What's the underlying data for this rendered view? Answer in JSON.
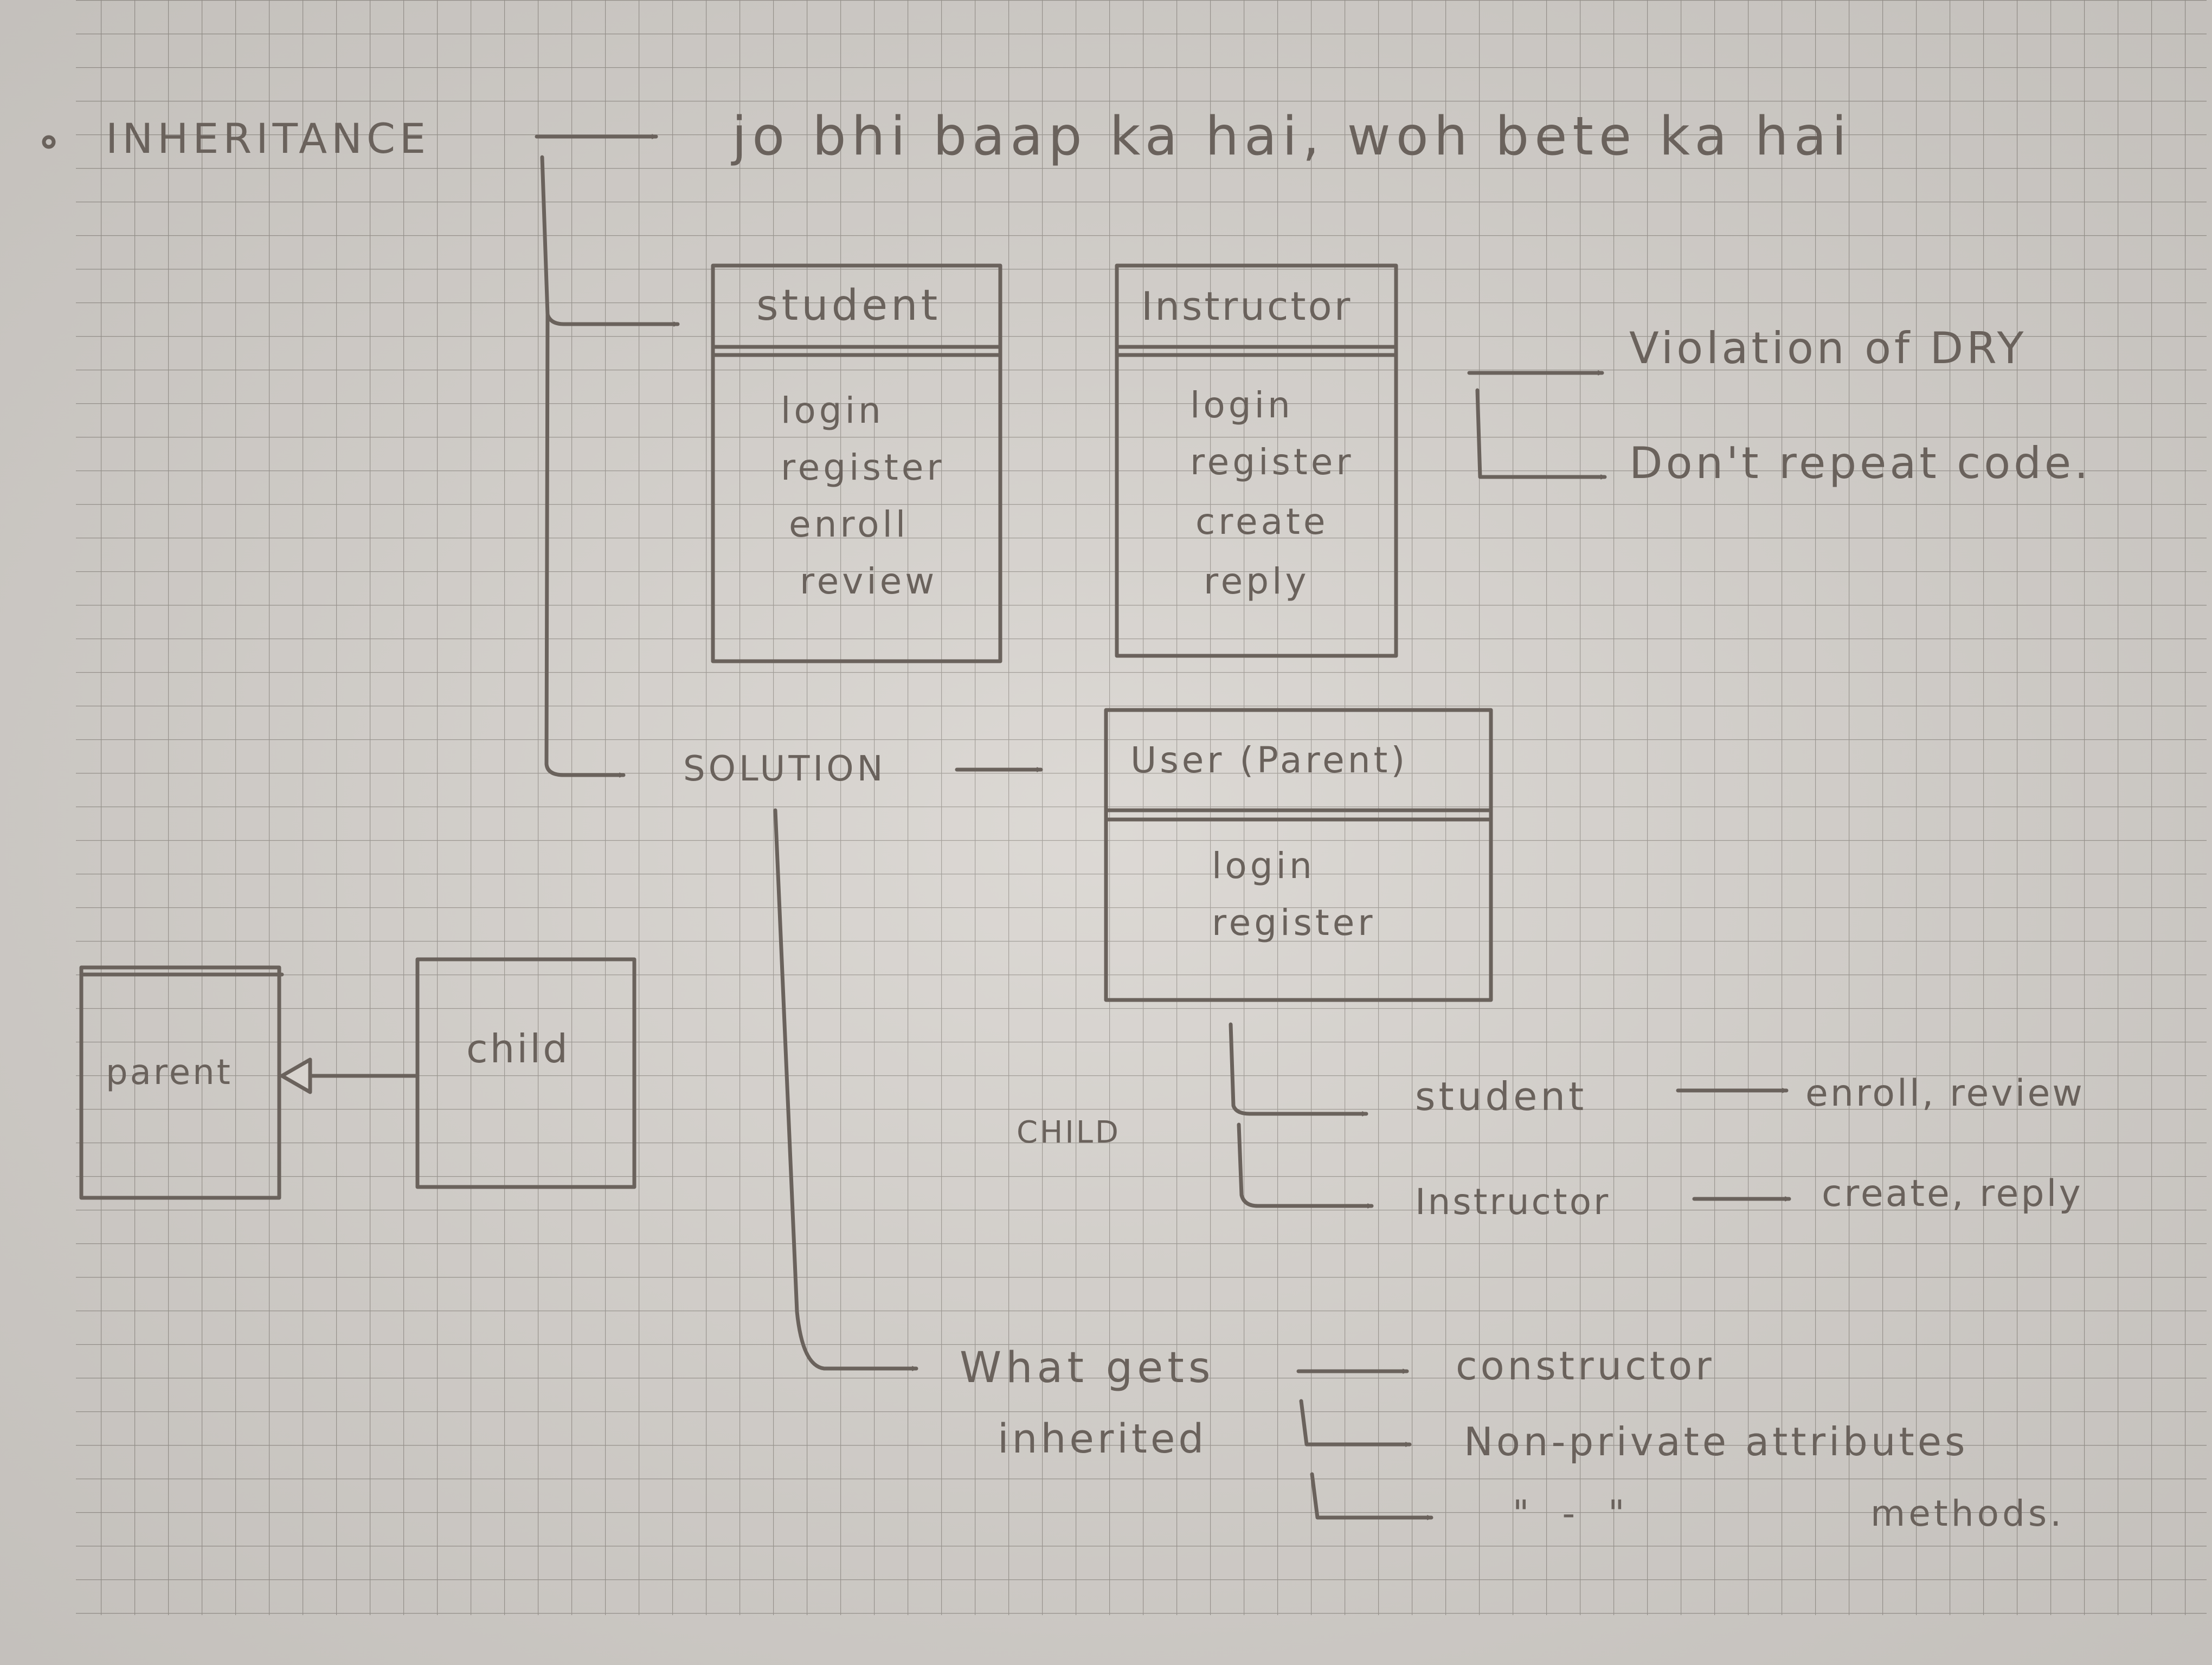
{
  "heading": {
    "title": "INHERITANCE",
    "definition": "jo bhi baap ka hai, woh bete ka hai"
  },
  "classes": {
    "student": {
      "name": "student",
      "methods": [
        "login",
        "register",
        "enroll",
        "review"
      ]
    },
    "instructor": {
      "name": "Instructor",
      "methods": [
        "login",
        "register",
        "create",
        "reply"
      ]
    },
    "user": {
      "name": "User (Parent)",
      "methods": [
        "login",
        "register"
      ]
    }
  },
  "problem": {
    "violation": "Violation of DRY",
    "meaning": "Don't repeat code."
  },
  "solution": {
    "label": "SOLUTION"
  },
  "uml": {
    "parent": "parent",
    "child": "child"
  },
  "children": {
    "label": "CHILD",
    "student": "student",
    "student_methods": "enroll, review",
    "instructor": "Instructor",
    "instructor_methods": "create, reply"
  },
  "inherited": {
    "label_line1": "What gets",
    "label_line2": "inherited",
    "item1": "constructor",
    "item2": "Non-private attributes",
    "item3_ditto": "\" - \"",
    "item3": "methods."
  },
  "colors": {
    "paper": "#d8d4cf",
    "grid": "#9c9791",
    "ink": "#6a625c"
  }
}
